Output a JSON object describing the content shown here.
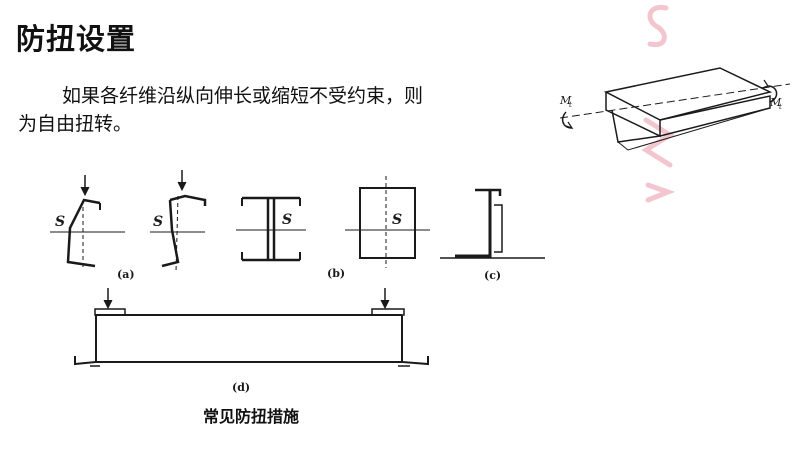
{
  "slide": {
    "title": "防扭设置",
    "paragraph_line1": "如果各纤维沿纵向伸长或缩短不受约束，则",
    "paragraph_line2": "为自由扭转。",
    "caption": "常见防扭措施"
  },
  "figure": {
    "labels": {
      "a": "(a)",
      "b": "(b)",
      "c": "(c)",
      "d": "(d)",
      "shear_center": "S",
      "moment": "M",
      "moment_sub": "t"
    }
  },
  "colors": {
    "ink": "#1a1a1a",
    "watermark": "#f3c6cf"
  }
}
